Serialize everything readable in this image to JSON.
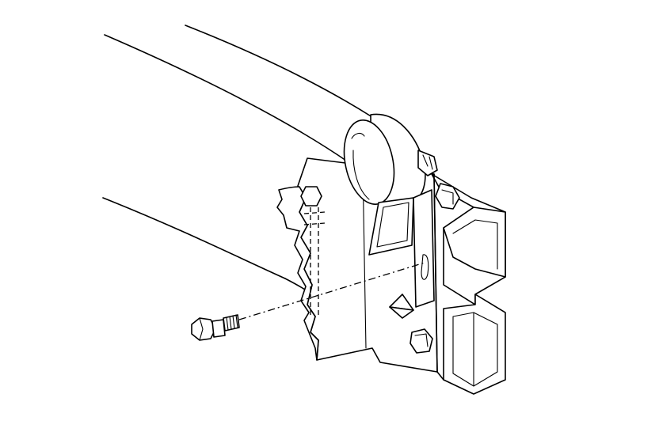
{
  "diagram": {
    "background": "#ffffff",
    "line_color": "#000000",
    "components": [
      "frame-rail",
      "mounting-bracket",
      "horn",
      "bolt"
    ]
  }
}
